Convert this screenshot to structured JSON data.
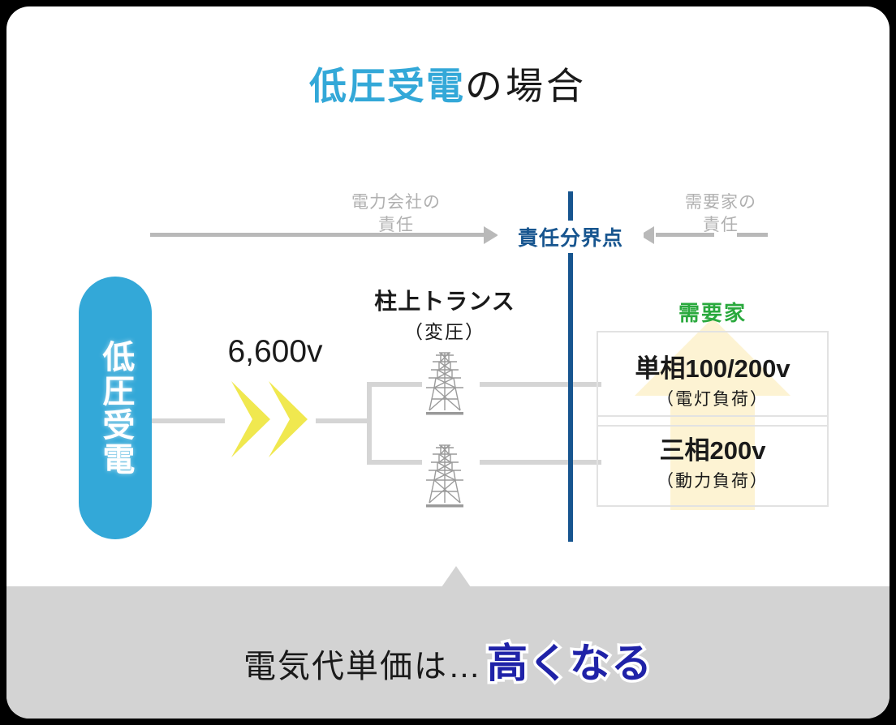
{
  "title": {
    "highlight": "低圧受電",
    "rest": "の場合"
  },
  "responsibility": {
    "left_label": "電力会社の\n責任",
    "left_label_line1": "電力会社の",
    "left_label_line2": "責任",
    "center_label": "責任分界点",
    "right_label_line1": "需要家の",
    "right_label_line2": "責任"
  },
  "source": {
    "capsule_label": "低圧受電",
    "voltage": "6,600v"
  },
  "transformer": {
    "title": "柱上トランス",
    "subtitle": "（変圧）"
  },
  "customer": {
    "label": "需要家",
    "loads": [
      {
        "main": "単相100/200v",
        "sub": "（電灯負荷）"
      },
      {
        "main": "三相200v",
        "sub": "（動力負荷）"
      }
    ]
  },
  "footer": {
    "prefix": "電気代単価は…",
    "emphasis": "高くなる"
  },
  "colors": {
    "accent_blue": "#33a8d8",
    "boundary_navy": "#17558f",
    "chevron_yellow": "#f0e84f",
    "customer_green": "#2aa93d",
    "footer_navy": "#1f22a8",
    "wire_gray": "#d5d5d5",
    "band_gray": "#d3d3d3",
    "house_arrow": "#fdf3d3"
  }
}
